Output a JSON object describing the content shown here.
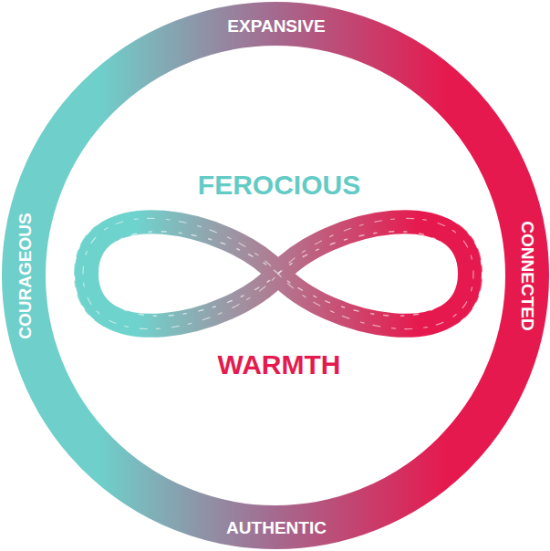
{
  "diagram": {
    "labels": [
      "EXPANSIVE",
      "CONNECTED",
      "AUTHENTIC",
      "COURAGEOUS",
      "FEROCIOUS",
      "WARMTH"
    ]
  }
}
